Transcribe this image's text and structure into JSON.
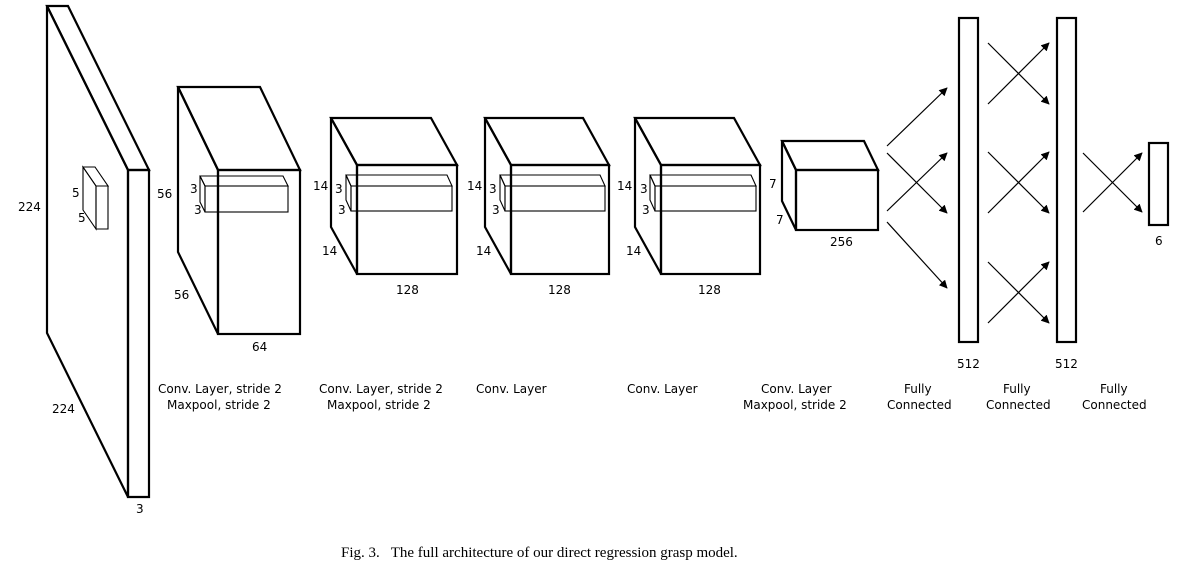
{
  "input": {
    "height_label": "224",
    "width_label": "224",
    "depth_label": "3",
    "kernel_h": "5",
    "kernel_w": "5"
  },
  "conv1": {
    "height_label": "56",
    "width_label": "56",
    "depth_label": "64",
    "kernel_h": "3",
    "kernel_w": "3",
    "caption_line1": "Conv. Layer, stride 2",
    "caption_line2": "Maxpool, stride 2"
  },
  "conv2": {
    "height_label": "14",
    "width_label": "14",
    "depth_label": "128",
    "kernel_h": "3",
    "kernel_w": "3",
    "caption_line1": "Conv. Layer, stride 2",
    "caption_line2": "Maxpool, stride 2"
  },
  "conv3": {
    "height_label": "14",
    "width_label": "14",
    "depth_label": "128",
    "kernel_h": "3",
    "kernel_w": "3",
    "caption_line1": "Conv. Layer"
  },
  "conv4": {
    "height_label": "14",
    "width_label": "14",
    "depth_label": "128",
    "kernel_h": "3",
    "kernel_w": "3",
    "caption_line1": "Conv. Layer"
  },
  "conv5": {
    "height_label": "7",
    "width_label": "7",
    "depth_label": "256",
    "caption_line1": "Conv. Layer",
    "caption_line2": "Maxpool, stride 2"
  },
  "fc1": {
    "size_label": "512",
    "caption_line1": "Fully",
    "caption_line2": "Connected"
  },
  "fc2": {
    "size_label": "512",
    "caption_line1": "Fully",
    "caption_line2": "Connected"
  },
  "fc3": {
    "caption_line1": "Fully",
    "caption_line2": "Connected"
  },
  "output": {
    "size_label": "6"
  },
  "figure_caption": "Fig. 3.   The full architecture of our direct regression grasp model."
}
